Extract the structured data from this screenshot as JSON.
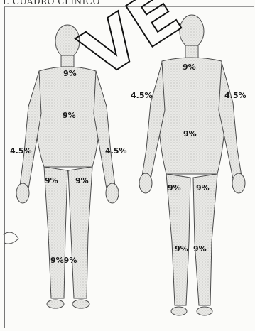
{
  "header": {
    "text": "I. CUADRO CLÍNICO"
  },
  "figure": {
    "front": {
      "head_chest": "9%",
      "abdomen": "9%",
      "arm_left": "4.5%",
      "arm_right": "4.5%",
      "thigh_left": "9%",
      "thigh_right": "9%",
      "leg": "9%9%"
    },
    "back": {
      "upper_back": "9%",
      "arm_left": "4.5%",
      "arm_right": "4.5%",
      "lower_back": "9%",
      "thigh_left": "9%",
      "thigh_right": "9%",
      "leg_left": "9%",
      "leg_right": "9%"
    }
  },
  "watermark": {
    "text": "VE"
  }
}
